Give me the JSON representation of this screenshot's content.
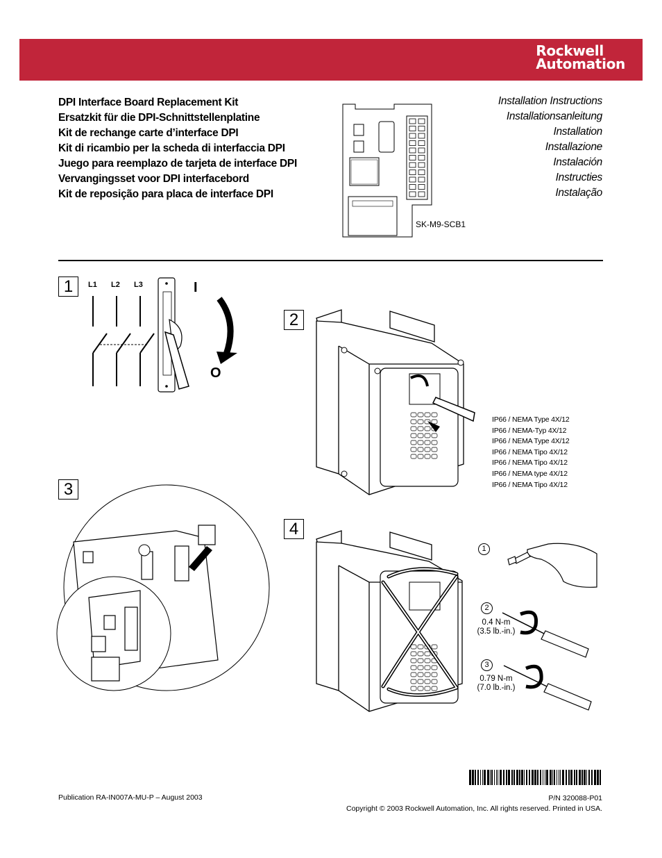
{
  "brand": {
    "line1": "Rockwell",
    "line2": "Automation"
  },
  "titles": [
    "DPI Interface Board Replacement Kit",
    "Ersatzkit für die DPI-Schnittstellenplatine",
    "Kit de rechange carte d’interface DPI",
    "Kit di ricambio per la scheda di interfaccia DPI",
    "Juego para reemplazo de tarjeta de interface DPI",
    "Vervangingsset voor DPI interfacebord",
    "Kit de reposição para placa de interface DPI"
  ],
  "instructions": [
    "Installation Instructions",
    "Installationsanleitung",
    "Installation",
    "Installazione",
    "Instalación",
    "Instructies",
    "Instalação"
  ],
  "board_label": "SK-M9-SCB1",
  "steps": [
    "1",
    "2",
    "3",
    "4"
  ],
  "step1": {
    "lines": [
      "L1",
      "L2",
      "L3"
    ],
    "on": "I",
    "off": "O"
  },
  "nema": [
    "IP66 / NEMA Type 4X/12",
    "IP66 / NEMA-Typ 4X/12",
    "IP66 / NEMA Type 4X/12",
    "IP66 / NEMA Tipo 4X/12",
    "IP66 / NEMA Tipo 4X/12",
    "IP66 / NEMA type 4X/12",
    "IP66 / NEMA Tipo 4X/12"
  ],
  "step4": {
    "sub": [
      "1",
      "2",
      "3"
    ],
    "torque2": [
      "0.4 N-m",
      "(3.5 lb.-in.)"
    ],
    "torque3": [
      "0.79 N-m",
      "(7.0 lb.-in.)"
    ]
  },
  "footer": {
    "publication": "Publication RA-IN007A-MU-P – August 2003",
    "pn": "P/N 320088-P01",
    "copyright": "Copyright © 2003 Rockwell Automation, Inc. All rights reserved. Printed in USA."
  }
}
